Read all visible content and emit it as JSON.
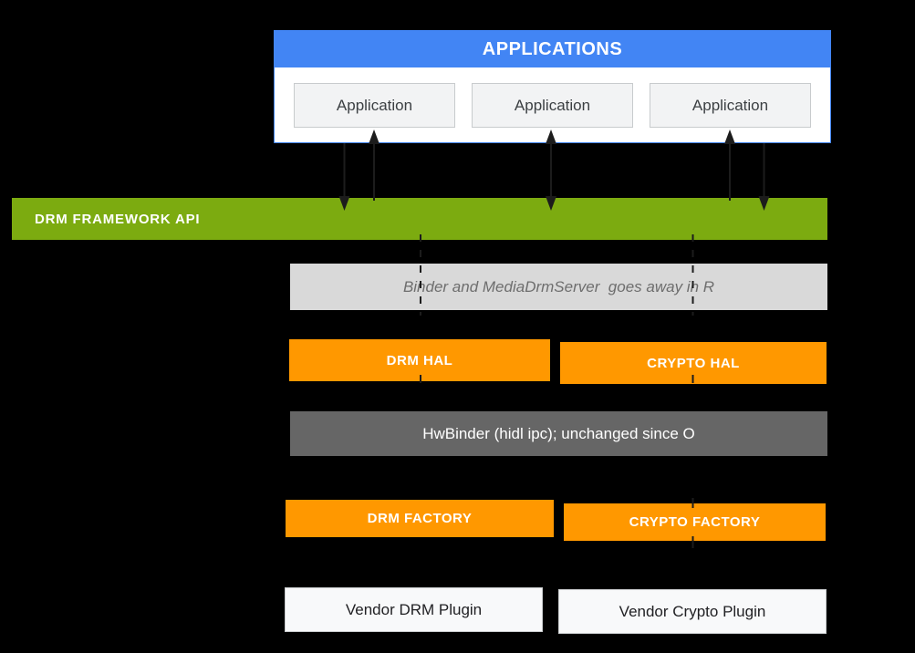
{
  "applications_panel": {
    "header_label": "APPLICATIONS",
    "app_boxes": [
      "Application",
      "Application",
      "Application"
    ]
  },
  "drm_framework_bar": {
    "label": "DRM FRAMEWORK API"
  },
  "binder_note_bar": {
    "label": "Binder and MediaDrmServer  goes away in R"
  },
  "hal_row": {
    "drm_hal_label": "DRM HAL",
    "crypto_hal_label": "CRYPTO HAL"
  },
  "hwbinder_bar": {
    "label": "HwBinder (hidl ipc); unchanged since O"
  },
  "factory_row": {
    "drm_factory_label": "DRM FACTORY",
    "crypto_factory_label": "CRYPTO FACTORY"
  },
  "vendor_row": {
    "vendor_drm_label": "Vendor DRM Plugin",
    "vendor_crypto_label": "Vendor Crypto Plugin"
  },
  "colors": {
    "background": "#000000",
    "header_blue": "#4285F4",
    "framework_green": "#7CAB10",
    "hal_orange": "#FF9800",
    "note_gray": "#D9D9D9",
    "hwbinder_gray": "#666666",
    "app_box_bg": "#F2F3F4",
    "vendor_box_bg": "#F8F9FA"
  }
}
